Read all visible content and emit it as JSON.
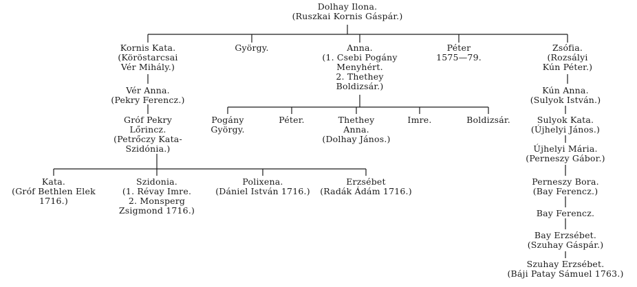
{
  "people": {
    "root": [
      "Dolhay Ilona.",
      "(Ruszkai Kornis Gáspár.)"
    ],
    "kata1": [
      "Kornis Kata.",
      "(Köröstarcsai",
      "Vér Mihály.)"
    ],
    "gyorgy": [
      "György."
    ],
    "anna1": [
      "Anna.",
      "(1. Csebi Pogány",
      "Menyhért.",
      "2. Thethey",
      "Boldizsár.)"
    ],
    "peter1": [
      "Péter",
      "1575—79."
    ],
    "zsofia": [
      "Zsófia.",
      "(Rozsályi",
      "Kún Péter.)"
    ],
    "ver_anna": [
      "Vér Anna.",
      "(Pekry Ferencz.)"
    ],
    "pekry": [
      "Gróf Pekry",
      "Lőrincz.",
      "(Petrőczy Kata-",
      "Szidónia.)"
    ],
    "pogany": [
      "Pogány",
      "György."
    ],
    "peter2": [
      "Péter."
    ],
    "thethey": [
      "Thethey",
      "Anna.",
      "(Dolhay János.)"
    ],
    "imre": [
      "Imre."
    ],
    "boldizsar": [
      "Boldizsár."
    ],
    "kun_anna": [
      "Kún Anna.",
      "(Sulyok István.)"
    ],
    "sulyok": [
      "Sulyok Kata.",
      "(Újhelyi János.)"
    ],
    "ujhelyi": [
      "Újhelyi Mária.",
      "(Perneszy Gábor.)"
    ],
    "perneszy": [
      "Perneszy Bora.",
      "(Bay Ferencz.)"
    ],
    "bay_f": [
      "Bay Ferencz."
    ],
    "bay_e": [
      "Bay Erzsébet.",
      "(Szuhay Gáspár.)"
    ],
    "szuhay": [
      "Szuhay Erzsébet.",
      "(Báji Patay Sámuel 1763.)"
    ],
    "kata2": [
      "Kata.",
      "(Gróf Bethlen Elek",
      "1716.)"
    ],
    "szidonia": [
      "Szidonia.",
      "(1. Révay Imre.",
      "2. Monsperg",
      "Zsigmond 1716.)"
    ],
    "polixena": [
      "Polixena.",
      "(Dániel István 1716.)"
    ],
    "erzsebet": [
      "Erzsébet",
      "(Radák Ádám 1716.)"
    ]
  }
}
